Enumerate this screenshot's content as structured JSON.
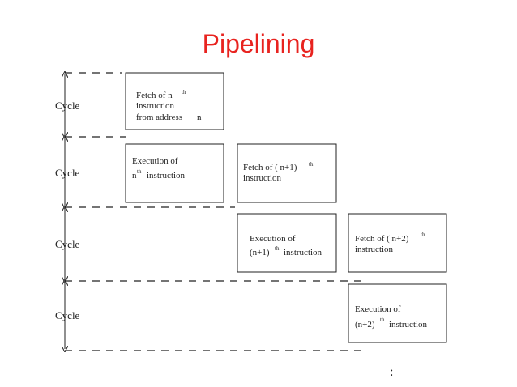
{
  "title": "Pipelining",
  "cycle_label": "Cycle",
  "boxes": {
    "fetch_n": {
      "line1": "Fetch of n",
      "sup": "th",
      "line2": "instruction",
      "line3": "from address",
      "line3b": "n"
    },
    "exec_n": {
      "line1": "Execution of",
      "line2_pre": "n",
      "sup": "th",
      "line2_post": "instruction"
    },
    "fetch_n1": {
      "line1": "Fetch of (  n+1)",
      "sup": "th",
      "line2": "instruction"
    },
    "exec_n1": {
      "line1": "Execution of",
      "line2_pre": "(n+1)",
      "sup": "th",
      "line2_post": "instruction"
    },
    "fetch_n2": {
      "line1": "Fetch of (  n+2)",
      "sup": "th",
      "line2": "instruction"
    },
    "exec_n2": {
      "line1": "Execution of",
      "line2_pre": "(n+2)",
      "sup": "th",
      "line2_post": "instruction"
    }
  },
  "continuation_dots": ":"
}
